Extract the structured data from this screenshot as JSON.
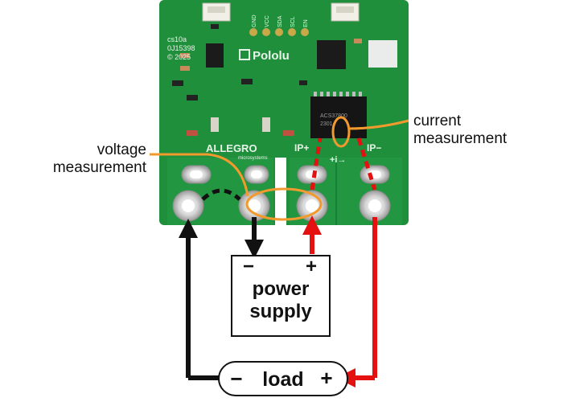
{
  "board": {
    "silkscreen": {
      "model": "cs10a",
      "serial": "0J15398",
      "year": "© 2025",
      "pins": [
        "GND",
        "VCC",
        "SDA",
        "SCL",
        "EN"
      ],
      "brand": "Pololu",
      "sensor_brand": "ALLEGRO",
      "sensor_brand_sub": "microsystems",
      "chip_text": "ACS37800",
      "chip_sub": "2301",
      "ip_plus": "IP+",
      "ip_minus": "IP−",
      "current_symbol": "+i→"
    }
  },
  "annotations": {
    "current_line1": "current",
    "current_line2": "measurement",
    "voltage_line1": "voltage",
    "voltage_line2": "measurement"
  },
  "power_supply": {
    "minus": "−",
    "plus": "+",
    "label_line1": "power",
    "label_line2": "supply"
  },
  "load": {
    "minus": "−",
    "label": "load",
    "plus": "+"
  },
  "colors": {
    "board": "#1f8f3c",
    "board_dark": "#16702e",
    "wire_negative": "#111111",
    "wire_positive": "#e51010",
    "highlight": "#f29a2e"
  }
}
